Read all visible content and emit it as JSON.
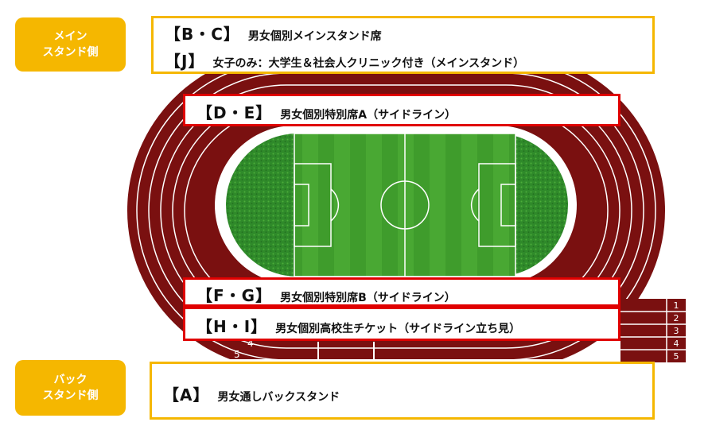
{
  "side_labels": {
    "main": {
      "line1": "メイン",
      "line2": "スタンド側"
    },
    "back": {
      "line1": "バック",
      "line2": "スタンド側"
    }
  },
  "boxes": {
    "bc": {
      "code": "【B・C】",
      "desc": "男女個別メインスタンド席"
    },
    "j": {
      "code": "【J】",
      "desc": "女子のみ：大学生＆社会人クリニック付き（メインスタンド）"
    },
    "de": {
      "code": "【D・E】",
      "desc": "男女個別特別席A（サイドライン）"
    },
    "fg": {
      "code": "【F・G】",
      "desc": "男女個別特別席B（サイドライン）"
    },
    "hi": {
      "code": "【H・I】",
      "desc": "男女個別高校生チケット（サイドライン立ち見）"
    },
    "a": {
      "code": "【A】",
      "desc": "男女通しバックスタンド"
    }
  },
  "lanes": [
    "1",
    "2",
    "3",
    "4",
    "5"
  ],
  "track_marks": [
    "5",
    "4"
  ],
  "colors": {
    "accent_yellow": "#f5b700",
    "highlight_red": "#e00000",
    "track": "#7a1010",
    "grass": "#3f9a2a"
  }
}
